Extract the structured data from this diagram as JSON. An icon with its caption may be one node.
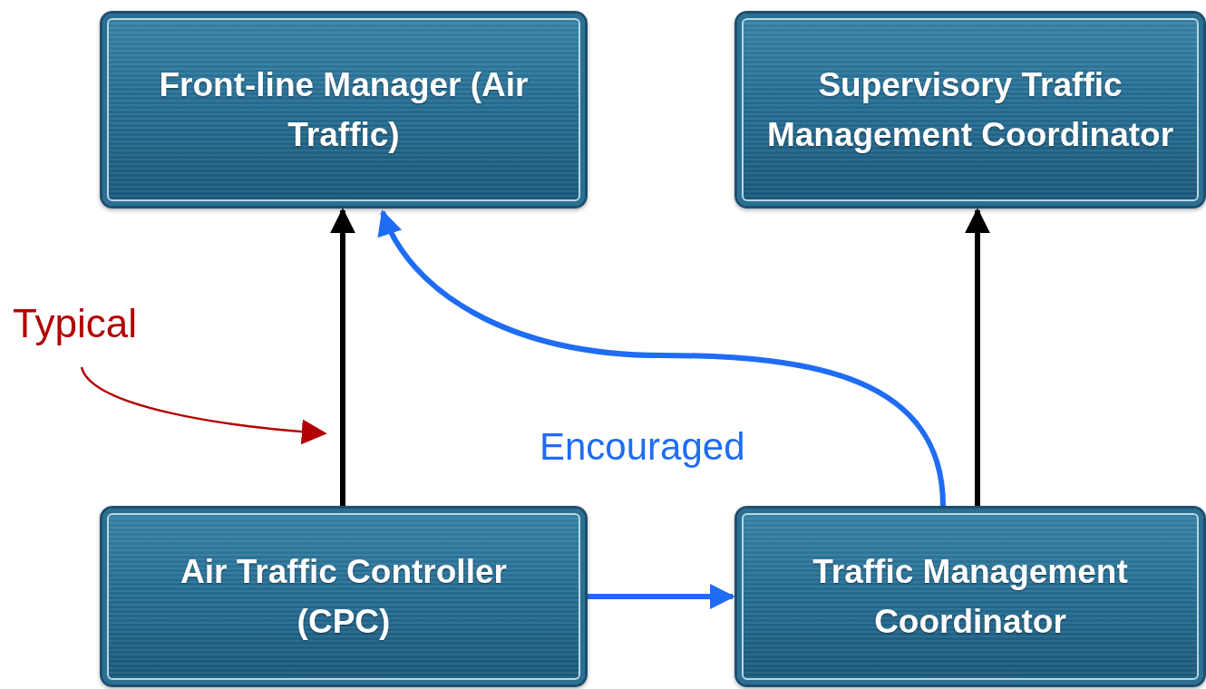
{
  "diagram": {
    "nodes": [
      {
        "text": [
          "Front-line Manager (Air Traffic)"
        ]
      },
      {
        "text": [
          "Supervisory Traffic Management Coordinator"
        ]
      },
      {
        "text": [
          "Air Traffic Controller (CPC)"
        ]
      },
      {
        "text": [
          "Traffic Management Coordinator"
        ]
      },
      {
        "text": [
          "Typical"
        ]
      }
    ],
    "edges": [
      {
        "from": 2,
        "to": 0,
        "arrow": "to"
      },
      {
        "from": 3,
        "to": 1,
        "arrow": "to"
      },
      {
        "from": 2,
        "to": 3,
        "arrow": "to",
        "color": "#1f6cf5"
      },
      {
        "from": 3,
        "to": 0,
        "arrow": "to",
        "label": "Encouraged",
        "color": "#1f6cf5"
      },
      {
        "from": 4,
        "to": null,
        "arrow": "to",
        "color": "#b30000"
      }
    ]
  }
}
